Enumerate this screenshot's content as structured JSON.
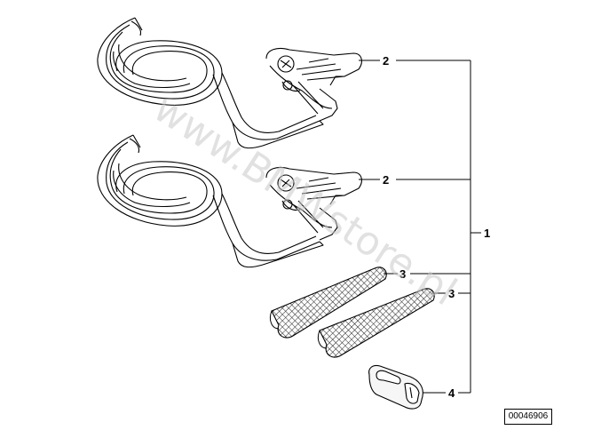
{
  "diagram": {
    "watermark": "www.BMWstore.pl",
    "part_number": "00046906",
    "callouts": {
      "strap_upper": "2",
      "strap_lower": "2",
      "kit": "1",
      "pad_upper": "3",
      "pad_lower": "3",
      "clip": "4"
    }
  }
}
